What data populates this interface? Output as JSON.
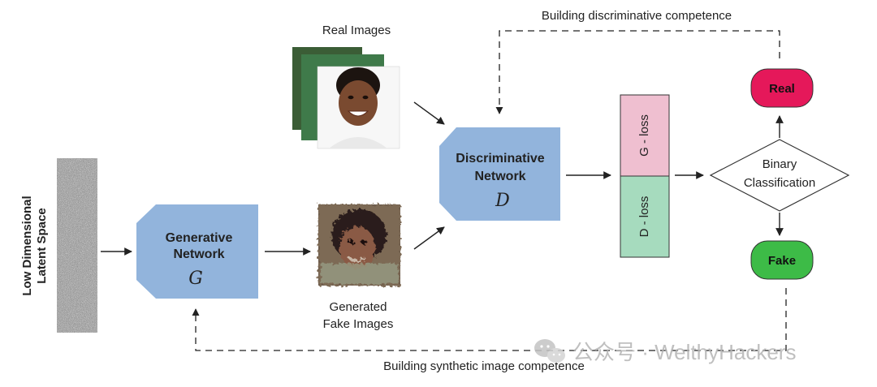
{
  "latent": {
    "label_line1": "Low Dimensional",
    "label_line2": "Latent Space"
  },
  "generator": {
    "title_line1": "Generative",
    "title_line2": "Network",
    "symbol": "G"
  },
  "discriminator": {
    "title_line1": "Discriminative",
    "title_line2": "Network",
    "symbol": "D"
  },
  "real_images": {
    "caption": "Real Images"
  },
  "fake_images": {
    "caption_line1": "Generated",
    "caption_line2": "Fake Images"
  },
  "loss": {
    "g_loss": "G - loss",
    "d_loss": "D - loss"
  },
  "classifier": {
    "line1": "Binary",
    "line2": "Classification"
  },
  "outputs": {
    "real": "Real",
    "fake": "Fake"
  },
  "feedback": {
    "top": "Building discriminative competence",
    "bottom": "Building synthetic image competence"
  },
  "watermark": {
    "text": "公众号 · WelthyHackers",
    "icon": "wechat-icon"
  },
  "colors": {
    "network_blue": "#92b4dc",
    "g_loss_pink": "#efbfd0",
    "d_loss_green": "#a6dbbe",
    "real_red": "#e5185a",
    "fake_green": "#3dbb47",
    "arrow": "#222222"
  }
}
